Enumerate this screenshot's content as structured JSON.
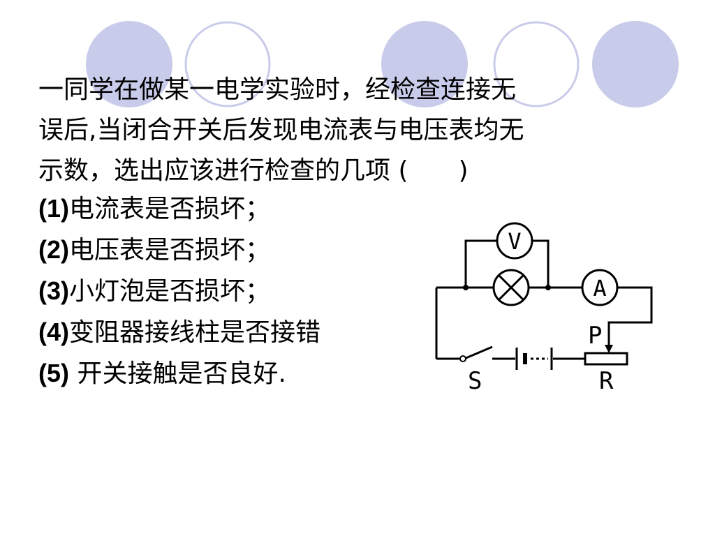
{
  "question": {
    "lines": [
      "一同学在做某一电学实验时，经检查连接无",
      "误后,当闭合开关后发现电流表与电压表均无",
      "示数，选出应该进行检查的几项 (　　)"
    ]
  },
  "options": [
    {
      "num": "(1)",
      "text": "电流表是否损坏；"
    },
    {
      "num": "(2)",
      "text": "电压表是否损坏；"
    },
    {
      "num": "(3)",
      "text": "小灯泡是否损坏；"
    },
    {
      "num": "(4)",
      "text": "变阻器接线柱是否接错"
    },
    {
      "num": "(5)",
      "text": " 开关接触是否良好."
    }
  ],
  "circuit": {
    "voltmeter_label": "V",
    "ammeter_label": "A",
    "switch_label": "S",
    "slider_label": "P",
    "resistor_label": "R"
  },
  "colors": {
    "circle_fill": "#c9cbea",
    "circle_outline": "#c9cbea"
  }
}
